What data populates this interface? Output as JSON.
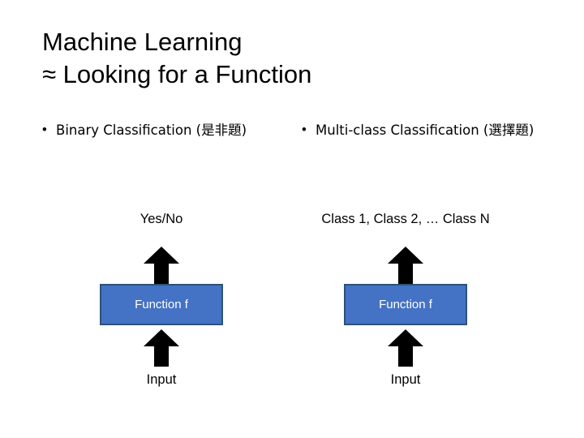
{
  "slide": {
    "title": {
      "line1": "Machine Learning",
      "line2": "≈ Looking for a Function"
    },
    "bullets": [
      {
        "marker": "•",
        "text": "Binary Classification (是非題)",
        "name": "bullet-binary-classification"
      },
      {
        "marker": "•",
        "text": "Multi-class Classification (選擇題)",
        "name": "bullet-multi-class-classification"
      }
    ],
    "diagrams": [
      {
        "name": "binary-classification-diagram",
        "output_label": "Yes/No",
        "box_label": "Function f",
        "input_label": "Input"
      },
      {
        "name": "multi-class-classification-diagram",
        "output_label": "Class 1, Class 2, … Class N",
        "box_label": "Function f",
        "input_label": "Input"
      }
    ],
    "colors": {
      "box_fill": "#4472C4",
      "box_border": "#2E5276",
      "box_text": "#FFFFFF",
      "arrow": "#000000",
      "background": "#FFFFFF",
      "text": "#000000"
    }
  }
}
